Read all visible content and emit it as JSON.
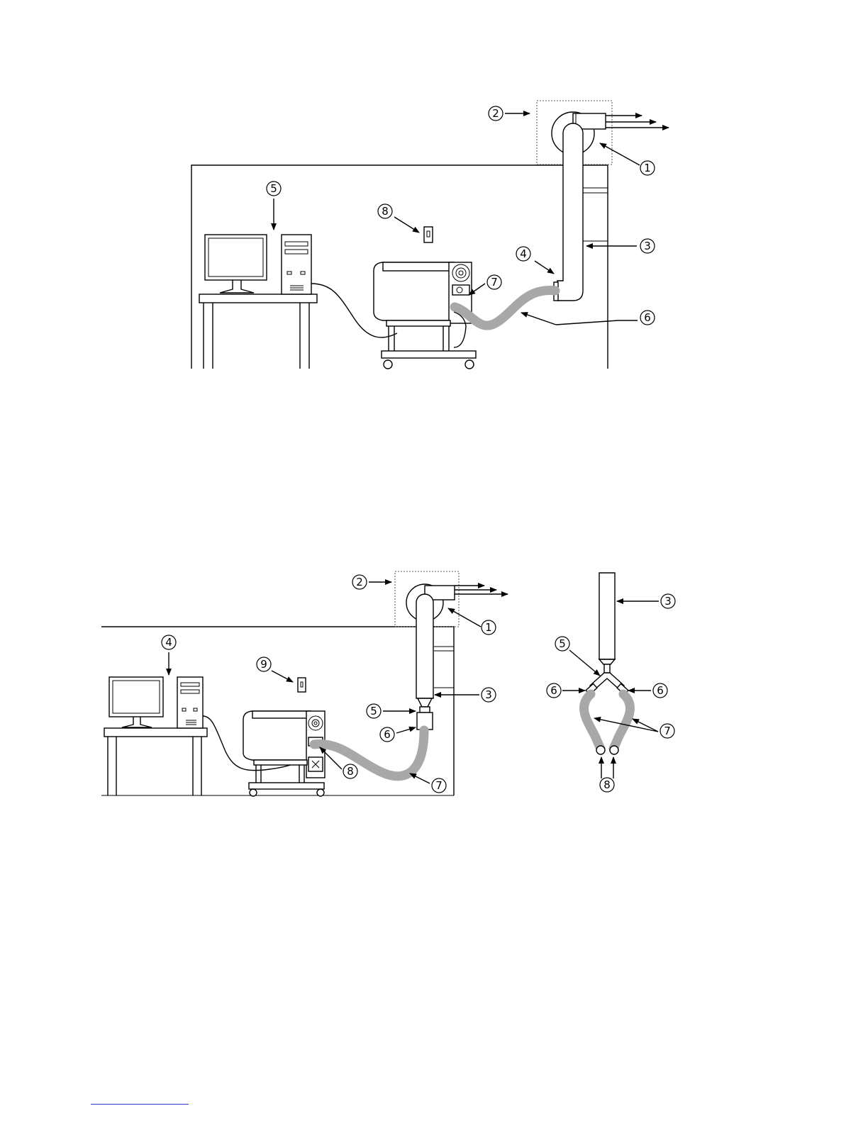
{
  "diagram1": {
    "callouts": [
      "1",
      "2",
      "3",
      "4",
      "5",
      "6",
      "7",
      "8"
    ]
  },
  "diagram2": {
    "callouts": [
      "1",
      "2",
      "3",
      "4",
      "5",
      "6",
      "7",
      "8",
      "9"
    ]
  },
  "diagram3": {
    "callouts": [
      "3",
      "5",
      "6",
      "6",
      "7",
      "8"
    ]
  },
  "colors": {
    "hose": "#a8a8a8",
    "ink": "#000000",
    "footer_rule": "#2a35c9"
  }
}
